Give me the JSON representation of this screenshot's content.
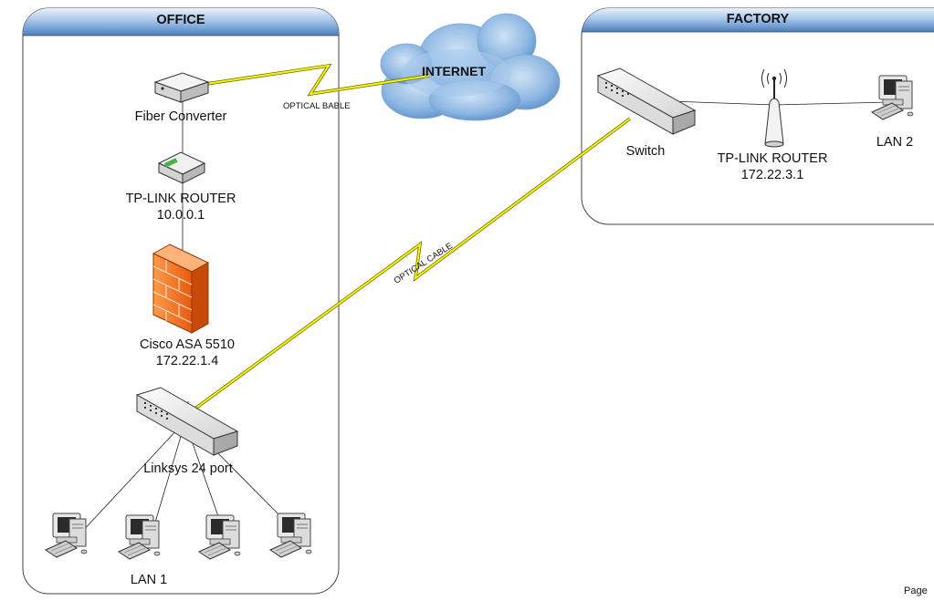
{
  "zones": {
    "office": {
      "title": "OFFICE"
    },
    "factory": {
      "title": "FACTORY"
    }
  },
  "cloud": {
    "label": "INTERNET"
  },
  "links": {
    "internet": {
      "label": "OPTICAL BABLE"
    },
    "factory": {
      "label": "OPTICAL CABLE"
    }
  },
  "devices": {
    "fiber_converter": {
      "name": "Fiber Converter"
    },
    "office_router": {
      "name": "TP-LINK ROUTER",
      "ip": "10.0.0.1"
    },
    "firewall": {
      "name": "Cisco ASA 5510",
      "ip": "172.22.1.4"
    },
    "office_switch": {
      "name": "Linksys 24 port"
    },
    "factory_switch": {
      "name": "Switch"
    },
    "factory_router": {
      "name": "TP-LINK ROUTER",
      "ip": "172.22.3.1"
    }
  },
  "lans": {
    "lan1": "LAN 1",
    "lan2": "LAN 2"
  },
  "footer": {
    "page": "Page"
  },
  "colors": {
    "zone_header": "#4a7fbe",
    "cable": "#f5f500",
    "firewall": "#ff7b29",
    "cloud": "#6a9fd4"
  }
}
